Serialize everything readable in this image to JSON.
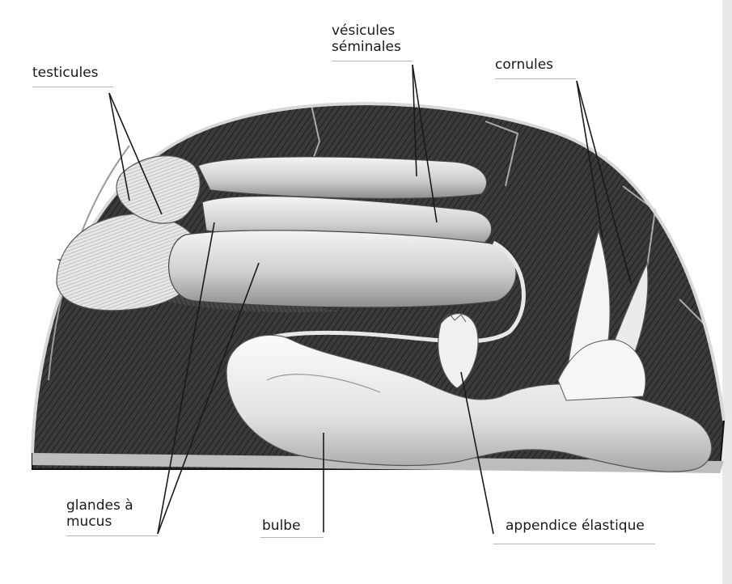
{
  "labels": {
    "testicules": "testicules",
    "vesicules_line1": "vésicules",
    "vesicules_line2": "séminales",
    "cornules": "cornules",
    "glandes_line1": "glandes à",
    "glandes_line2": "mucus",
    "bulbe": "bulbe",
    "appendice": "appendice élastique"
  },
  "colors": {
    "shell_dark": "#2b2b2b",
    "shell_mid": "#4a4a4a",
    "organ_light": "#d9d9d9",
    "organ_white": "#f2f2f2",
    "leader_line": "#1a1a1a"
  }
}
